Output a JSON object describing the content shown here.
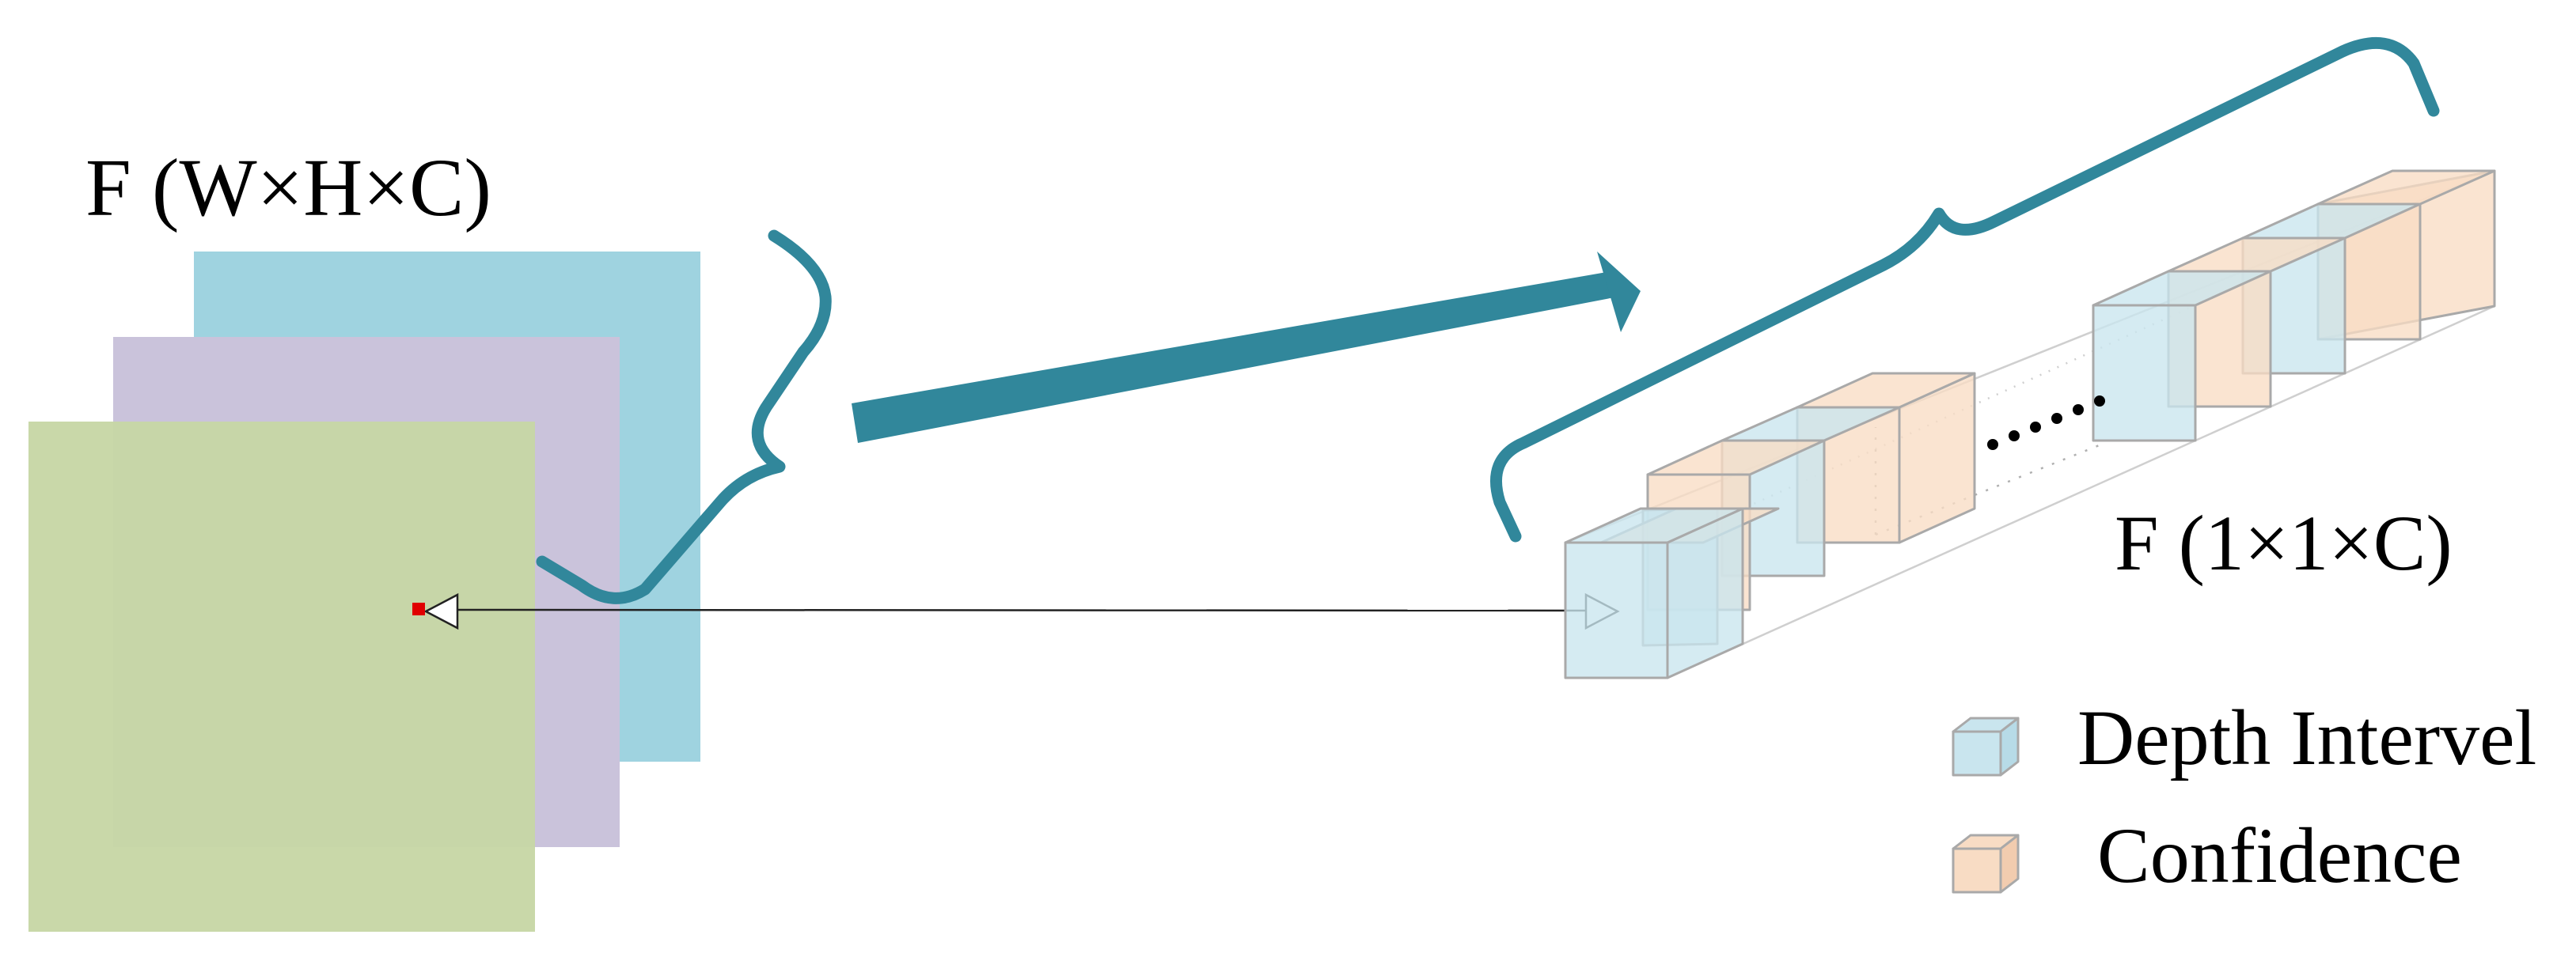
{
  "feature_map": {
    "label": "F (W×H×C)",
    "layer_colors": [
      "#9fd3e0",
      "#cac3db",
      "#c7d6a5"
    ]
  },
  "feature_vector": {
    "label": "F (1×1×C)",
    "ellipsis": "……"
  },
  "legend": {
    "items": [
      {
        "label": "Depth Intervel",
        "color": "#c9e5ee",
        "icon": "blue-cube-icon"
      },
      {
        "label": "Confidence",
        "color": "#f8dcc4",
        "icon": "orange-cube-icon"
      }
    ]
  },
  "colors": {
    "accent": "#31879b",
    "pixel_marker": "#e00000",
    "cube_edge": "#a9a9a9"
  }
}
